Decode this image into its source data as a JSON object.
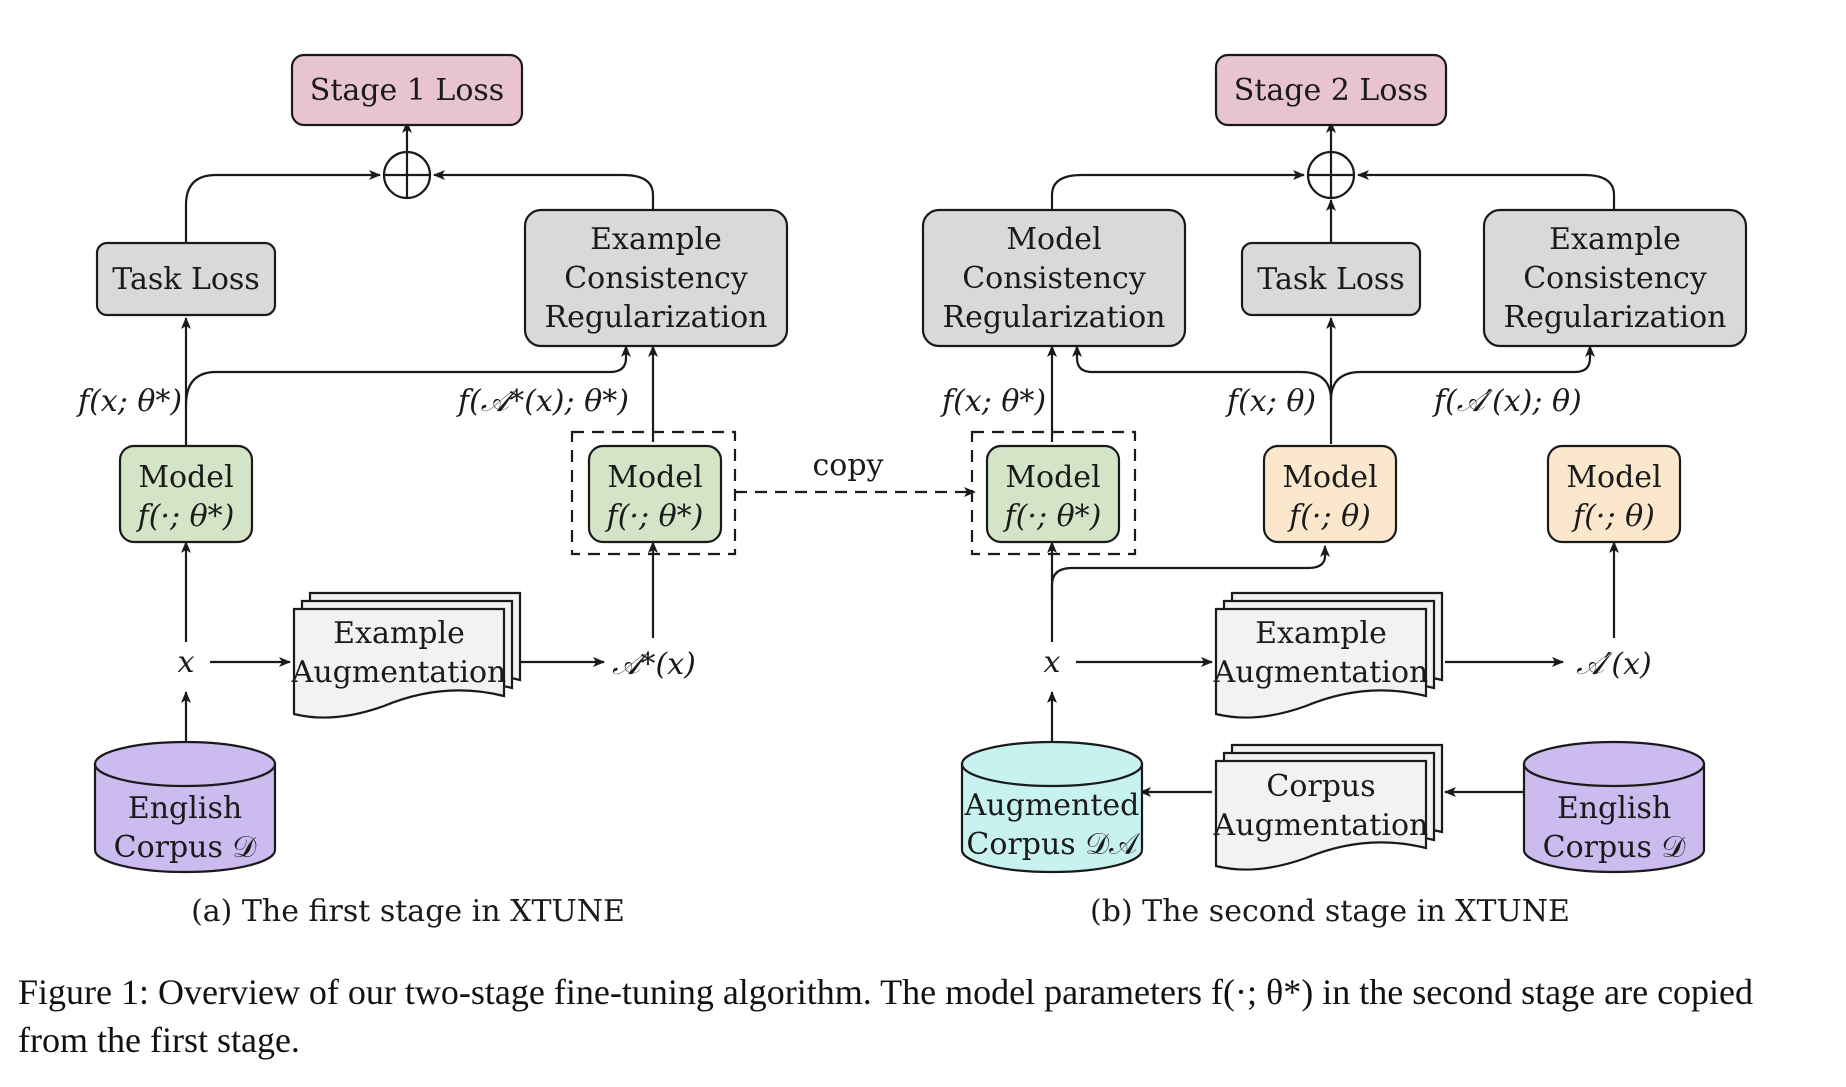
{
  "colors": {
    "loss": "#e8c4d0",
    "gray": "#d9d9d9",
    "model_fixed": "#d4e4c6",
    "model_train": "#fbe8cc",
    "corpus_en": "#cbbbee",
    "corpus_aug": "#c8f2f0",
    "doc": "#f2f2f2"
  },
  "stage1": {
    "loss": "Stage 1 Loss",
    "task_loss": "Task Loss",
    "ecr": [
      "Example",
      "Consistency",
      "Regularization"
    ],
    "model_a": [
      "Model",
      "f(·; θ*)"
    ],
    "model_b": [
      "Model",
      "f(·; θ*)"
    ],
    "lbl_fx": "f(x; θ*)",
    "lbl_fax": "f(𝒜*(x); θ*)",
    "x": "x",
    "aug": [
      "Example",
      "Augmentation"
    ],
    "ax": "𝒜*(x)",
    "corpus": [
      "English",
      "Corpus 𝒟"
    ],
    "subcaption": "(a) The first stage in XTUNE"
  },
  "copy_label": "copy",
  "stage2": {
    "loss": "Stage 2 Loss",
    "mcr": [
      "Model",
      "Consistency",
      "Regularization"
    ],
    "task_loss": "Task Loss",
    "ecr": [
      "Example",
      "Consistency",
      "Regularization"
    ],
    "model_fixed": [
      "Model",
      "f(·; θ*)"
    ],
    "model_a": [
      "Model",
      "f(·; θ)"
    ],
    "model_b": [
      "Model",
      "f(·; θ)"
    ],
    "lbl_fx_star": "f(x; θ*)",
    "lbl_fx": "f(x; θ)",
    "lbl_fax": "f(𝒜′(x); θ)",
    "x": "x",
    "aug": [
      "Example",
      "Augmentation"
    ],
    "ax": "𝒜′(x)",
    "aug_corpus": [
      "Augmented",
      "Corpus 𝒟𝒜"
    ],
    "corpus_aug": [
      "Corpus",
      "Augmentation"
    ],
    "corpus": [
      "English",
      "Corpus 𝒟"
    ],
    "subcaption": "(b) The second stage in XTUNE"
  },
  "caption": "Figure 1: Overview of our two-stage fine-tuning algorithm. The model parameters f(·; θ*) in the second stage are copied from the first stage."
}
